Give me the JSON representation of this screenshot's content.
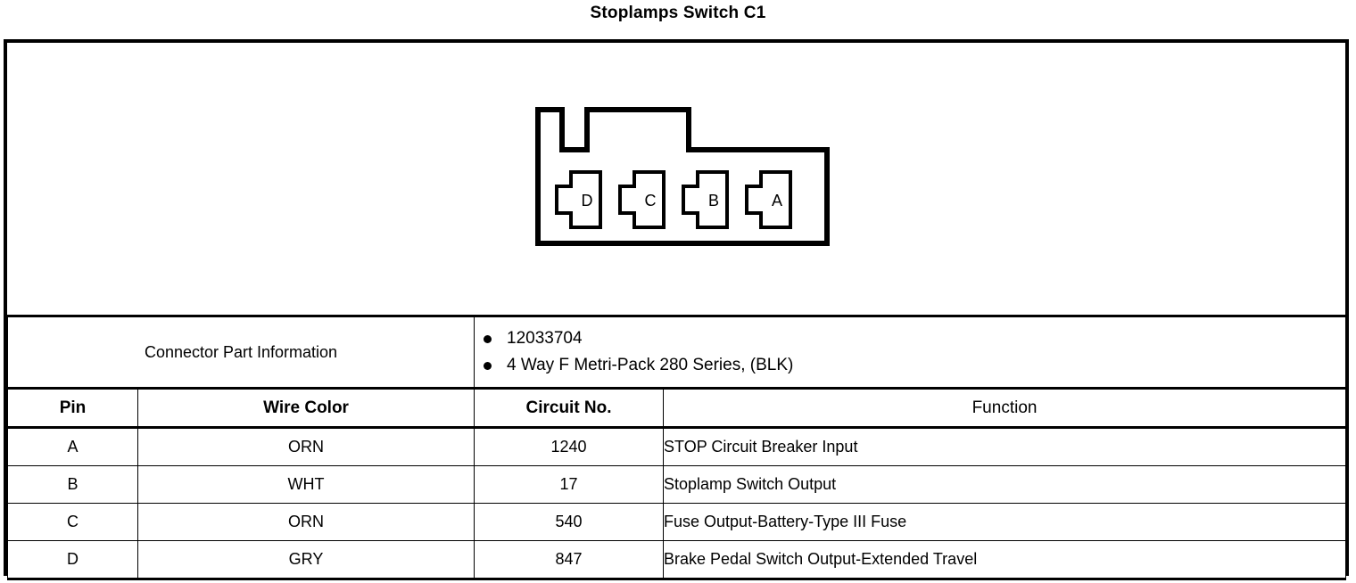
{
  "title": "Stoplamps Switch C1",
  "connector": {
    "cavities": [
      {
        "label": "D"
      },
      {
        "label": "C"
      },
      {
        "label": "B"
      },
      {
        "label": "A"
      }
    ]
  },
  "part_info": {
    "label": "Connector Part Information",
    "items": [
      "12033704",
      "4 Way F Metri-Pack 280 Series, (BLK)"
    ]
  },
  "table": {
    "headers": {
      "pin": "Pin",
      "wire_color": "Wire Color",
      "circuit_no": "Circuit No.",
      "function": "Function"
    },
    "rows": [
      {
        "pin": "A",
        "wire_color": "ORN",
        "circuit_no": "1240",
        "function": "STOP Circuit Breaker Input"
      },
      {
        "pin": "B",
        "wire_color": "WHT",
        "circuit_no": "17",
        "function": "Stoplamp Switch Output"
      },
      {
        "pin": "C",
        "wire_color": "ORN",
        "circuit_no": "540",
        "function": "Fuse Output-Battery-Type III Fuse"
      },
      {
        "pin": "D",
        "wire_color": "GRY",
        "circuit_no": "847",
        "function": "Brake Pedal Switch Output-Extended Travel"
      }
    ]
  },
  "colors": {
    "line": "#000000",
    "background": "#ffffff"
  }
}
